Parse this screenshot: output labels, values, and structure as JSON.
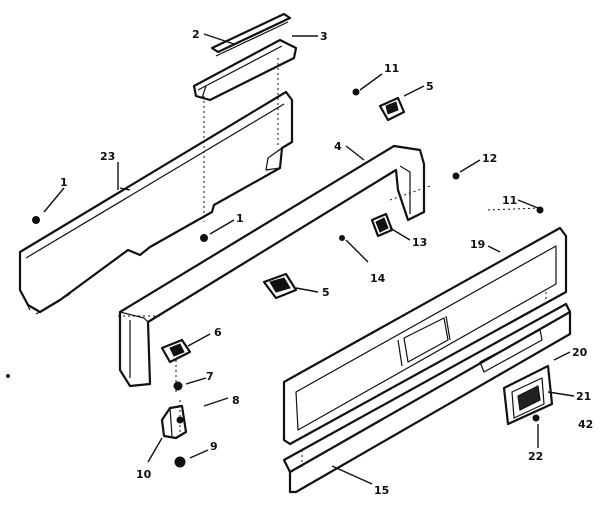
{
  "diagram": {
    "callouts": [
      {
        "id": "c-2",
        "text": "2"
      },
      {
        "id": "c-3",
        "text": "3"
      },
      {
        "id": "c-11a",
        "text": "11"
      },
      {
        "id": "c-5a",
        "text": "5"
      },
      {
        "id": "c-23",
        "text": "23"
      },
      {
        "id": "c-1a",
        "text": "1"
      },
      {
        "id": "c-4",
        "text": "4"
      },
      {
        "id": "c-12",
        "text": "12"
      },
      {
        "id": "c-1b",
        "text": "1"
      },
      {
        "id": "c-11b",
        "text": "11"
      },
      {
        "id": "c-13",
        "text": "13"
      },
      {
        "id": "c-19",
        "text": "19"
      },
      {
        "id": "c-14",
        "text": "14"
      },
      {
        "id": "c-5b",
        "text": "5"
      },
      {
        "id": "c-6",
        "text": "6"
      },
      {
        "id": "c-7",
        "text": "7"
      },
      {
        "id": "c-8",
        "text": "8"
      },
      {
        "id": "c-20",
        "text": "20"
      },
      {
        "id": "c-21",
        "text": "21"
      },
      {
        "id": "c-42",
        "text": "42"
      },
      {
        "id": "c-9",
        "text": "9"
      },
      {
        "id": "c-10",
        "text": "10"
      },
      {
        "id": "c-22",
        "text": "22"
      },
      {
        "id": "c-15",
        "text": "15"
      }
    ]
  }
}
